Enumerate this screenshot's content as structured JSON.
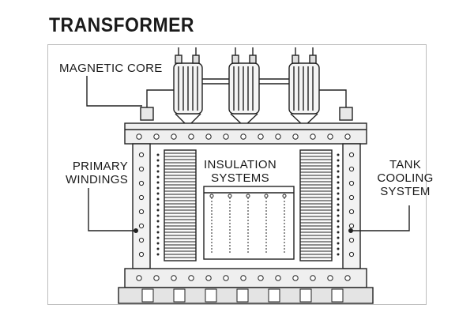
{
  "diagram": {
    "title": "TRANSFORMER",
    "labels": {
      "magnetic_core": "MAGNETIC CORE",
      "primary_line1": "PRIMARY",
      "primary_line2": "WINDINGS",
      "insulation_line1": "INSULATION",
      "insulation_line2": "SYSTEMS",
      "cooling_line1": "TANK",
      "cooling_line2": "COOLING",
      "cooling_line3": "SYSTEM"
    }
  }
}
